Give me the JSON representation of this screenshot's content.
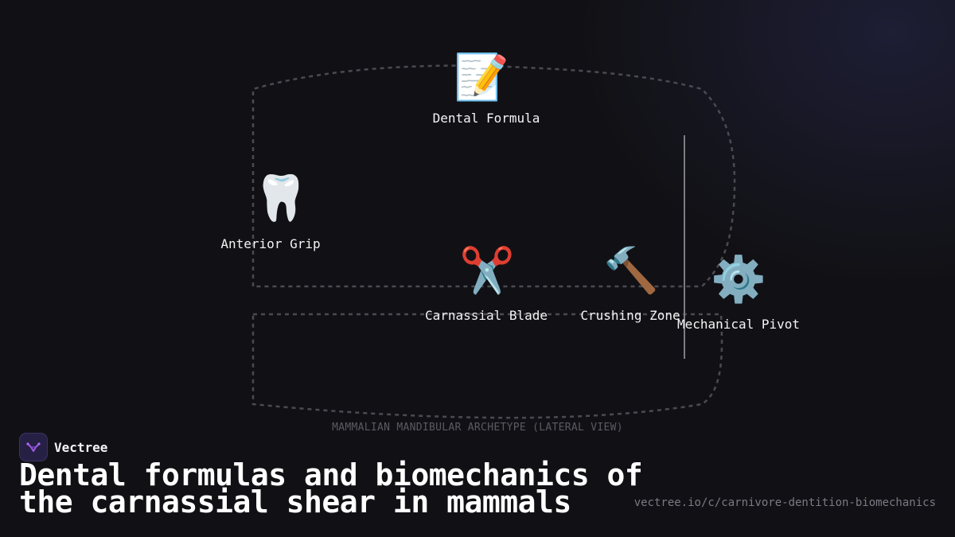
{
  "diagram": {
    "caption": "MAMMALIAN MANDIBULAR ARCHETYPE (LATERAL VIEW)",
    "nodes": [
      {
        "id": "dental-formula",
        "icon": "memo-icon",
        "glyph": "📝",
        "label": "Dental Formula"
      },
      {
        "id": "anterior-grip",
        "icon": "tooth-icon",
        "glyph": "🦷",
        "label": "Anterior Grip"
      },
      {
        "id": "carnassial-blade",
        "icon": "scissors-icon",
        "glyph": "✂️",
        "label": "Carnassial Blade"
      },
      {
        "id": "crushing-zone",
        "icon": "hammer-icon",
        "glyph": "🔨",
        "label": "Crushing Zone"
      },
      {
        "id": "mechanical-pivot",
        "icon": "gear-icon",
        "glyph": "⚙️",
        "label": "Mechanical Pivot"
      }
    ]
  },
  "brand": {
    "name": "Vectree",
    "logo_icon": "vectree-logo-icon",
    "accent": "#8a4fd8"
  },
  "title": "Dental formulas and biomechanics of the carnassial shear in mammals",
  "source_url": "vectree.io/c/carnivore-dentition-biomechanics"
}
